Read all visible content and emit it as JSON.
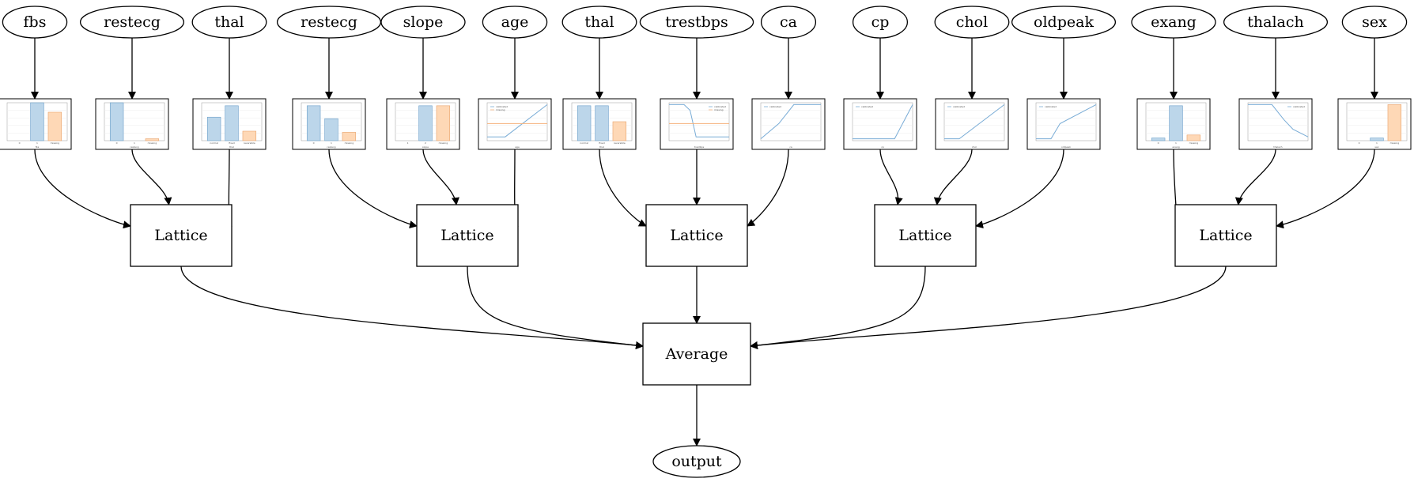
{
  "features": [
    {
      "label": "fbs",
      "plot": {
        "type": "bar",
        "bars": [
          0,
          1.0,
          0.75
        ],
        "colors": [
          "b",
          "b",
          "o"
        ],
        "xlabel": "fbs",
        "ticks": [
          "0",
          "1",
          "missing"
        ]
      }
    },
    {
      "label": "restecg",
      "plot": {
        "type": "bar",
        "bars": [
          1.0,
          0,
          0.05
        ],
        "colors": [
          "b",
          "b",
          "o"
        ],
        "xlabel": "restecg",
        "ticks": [
          "0",
          "1",
          "missing"
        ]
      }
    },
    {
      "label": "thal",
      "plot": {
        "type": "bar",
        "bars": [
          0.62,
          0.92,
          0.25
        ],
        "colors": [
          "b",
          "b",
          "o"
        ],
        "xlabel": "thal",
        "ticks": [
          "normal",
          "fixed",
          "reversible",
          "missing"
        ]
      }
    },
    {
      "label": "restecg",
      "plot": {
        "type": "bar",
        "bars": [
          0.92,
          0.58,
          0.22
        ],
        "colors": [
          "b",
          "b",
          "o"
        ],
        "xlabel": "restecg",
        "ticks": [
          "0",
          "1",
          "missing"
        ]
      }
    },
    {
      "label": "slope",
      "plot": {
        "type": "bar",
        "bars": [
          0,
          0.92,
          0.92
        ],
        "colors": [
          "b",
          "b",
          "o"
        ],
        "xlabel": "slope",
        "ticks": [
          "1",
          "2",
          "missing"
        ]
      }
    },
    {
      "label": "age",
      "plot": {
        "type": "line",
        "points": [
          [
            0,
            0.1
          ],
          [
            0.3,
            0.1
          ],
          [
            1,
            0.95
          ]
        ],
        "missing": 0.45,
        "legend": [
          "calibrated",
          "missing"
        ],
        "xlabel": "age"
      }
    },
    {
      "label": "thal",
      "plot": {
        "type": "bar",
        "bars": [
          0.92,
          0.92,
          0.5
        ],
        "colors": [
          "b",
          "b",
          "o"
        ],
        "xlabel": "thal",
        "ticks": [
          "normal",
          "fixed",
          "reversible",
          "missing"
        ]
      }
    },
    {
      "label": "trestbps",
      "plot": {
        "type": "line",
        "points": [
          [
            0,
            0.95
          ],
          [
            0.25,
            0.95
          ],
          [
            0.35,
            0.8
          ],
          [
            0.45,
            0.1
          ],
          [
            1,
            0.1
          ]
        ],
        "missing": 0.45,
        "legend": [
          "calibrated",
          "missing"
        ],
        "xlabel": "trestbps"
      }
    },
    {
      "label": "ca",
      "plot": {
        "type": "line",
        "points": [
          [
            0,
            0.05
          ],
          [
            0.3,
            0.45
          ],
          [
            0.55,
            0.95
          ],
          [
            1,
            0.95
          ]
        ],
        "legend": [
          "calibrated"
        ],
        "xlabel": "ca"
      }
    },
    {
      "label": "cp",
      "plot": {
        "type": "line",
        "points": [
          [
            0,
            0.05
          ],
          [
            0.7,
            0.05
          ],
          [
            1,
            0.95
          ]
        ],
        "legend": [
          "calibrated"
        ],
        "xlabel": "cp"
      }
    },
    {
      "label": "chol",
      "plot": {
        "type": "line",
        "points": [
          [
            0,
            0.05
          ],
          [
            0.25,
            0.05
          ],
          [
            1,
            0.95
          ]
        ],
        "legend": [
          "calibrated"
        ],
        "xlabel": "chol"
      }
    },
    {
      "label": "oldpeak",
      "plot": {
        "type": "line",
        "points": [
          [
            0,
            0.05
          ],
          [
            0.25,
            0.05
          ],
          [
            0.4,
            0.45
          ],
          [
            1,
            0.95
          ]
        ],
        "legend": [
          "calibrated"
        ],
        "xlabel": "oldpeak"
      }
    },
    {
      "label": "exang",
      "plot": {
        "type": "bar",
        "bars": [
          0.07,
          0.92,
          0.15
        ],
        "colors": [
          "b",
          "b",
          "o"
        ],
        "xlabel": "exang",
        "ticks": [
          "0",
          "1",
          "missing"
        ]
      }
    },
    {
      "label": "thalach",
      "plot": {
        "type": "line",
        "points": [
          [
            0,
            0.95
          ],
          [
            0.4,
            0.95
          ],
          [
            0.6,
            0.55
          ],
          [
            0.75,
            0.3
          ],
          [
            1,
            0.1
          ]
        ],
        "legend": [
          "calibrated"
        ],
        "xlabel": "thalach"
      }
    },
    {
      "label": "sex",
      "plot": {
        "type": "bar",
        "bars": [
          0,
          0.07,
          0.95
        ],
        "colors": [
          "b",
          "b",
          "o"
        ],
        "xlabel": "sex",
        "ticks": [
          "0",
          "1",
          "missing"
        ]
      }
    }
  ],
  "lattices": [
    {
      "label": "Lattice"
    },
    {
      "label": "Lattice"
    },
    {
      "label": "Lattice"
    },
    {
      "label": "Lattice"
    },
    {
      "label": "Lattice"
    }
  ],
  "average": {
    "label": "Average"
  },
  "output": {
    "label": "output"
  },
  "colors": {
    "bar_blue": "#bcd6ea",
    "bar_blue_edge": "#6a9fc9",
    "bar_orange": "#fed8b6",
    "bar_orange_edge": "#e8a26a",
    "line_blue": "#79acd6",
    "line_orange": "#f5b07a"
  }
}
